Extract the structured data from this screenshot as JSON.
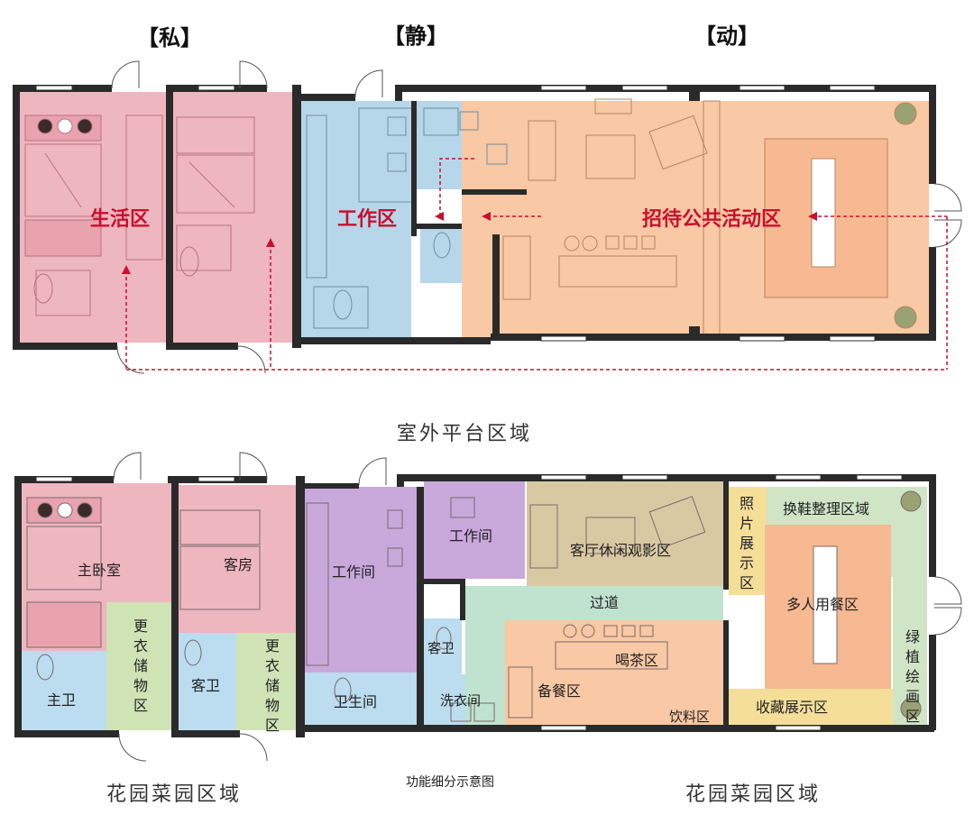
{
  "top_plan": {
    "headers": {
      "private": "【私】",
      "quiet": "【静】",
      "active": "【动】"
    },
    "zones": {
      "living": "生活区",
      "work": "工作区",
      "public": "招待公共活动区"
    }
  },
  "middle_label": "室外平台区域",
  "bottom_plan": {
    "rooms": {
      "master_bedroom": "主卧室",
      "wardrobe_1": "更衣储物区",
      "master_bath": "主卫",
      "guest_room": "客房",
      "guest_bath_1": "客卫",
      "wardrobe_2": "更衣储物区",
      "workroom_large": "工作间",
      "restroom": "卫生间",
      "workroom_small": "工作间",
      "guest_bath_2": "客卫",
      "laundry": "洗衣间",
      "lounge": "客厅休闲观影区",
      "corridor": "过道",
      "tea": "喝茶区",
      "pantry": "备餐区",
      "drinks": "饮料区",
      "photo": "照片展示区",
      "shoes": "换鞋整理区域",
      "dining": "多人用餐区",
      "plants": "绿植绘画区",
      "collection": "收藏展示区"
    }
  },
  "captions": {
    "left_garden": "花园菜园区域",
    "title": "功能细分示意图",
    "right_garden": "花园菜园区域"
  },
  "colors": {
    "private": "#eeb6bf",
    "quiet": "#b6d7ea",
    "active": "#f9c8a4",
    "work_purple": "#c9a8dc",
    "bath_blue": "#bcdcef",
    "wardrobe_green": "#cfe3b5",
    "corridor_green": "#bfe3cf",
    "lounge_olive": "#d9c9a2",
    "photo_yellow": "#f5df98",
    "dining_green": "#cfe5c6",
    "label_red": "#c8102e",
    "wall": "#2a2a2a"
  }
}
